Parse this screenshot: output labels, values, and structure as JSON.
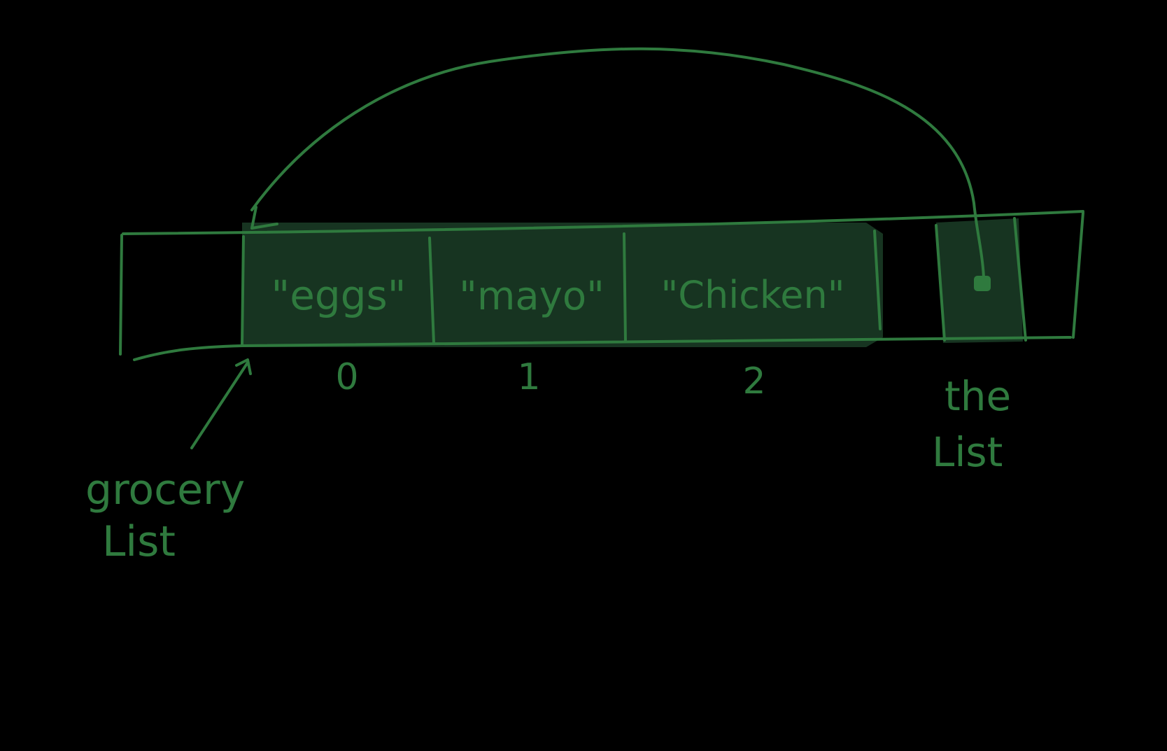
{
  "diagram": {
    "colors": {
      "background": "#000000",
      "ink": "#2f7a3e",
      "cell_fill": "#173421"
    },
    "cells": [
      {
        "value": "\"eggs\"",
        "index": "0"
      },
      {
        "value": "\"mayo\"",
        "index": "1"
      },
      {
        "value": "\"Chicken\"",
        "index": "2"
      }
    ],
    "labels": {
      "grocery_line1": "grocery",
      "grocery_line2": "List",
      "the_line1": "the",
      "the_line2": "List"
    }
  }
}
